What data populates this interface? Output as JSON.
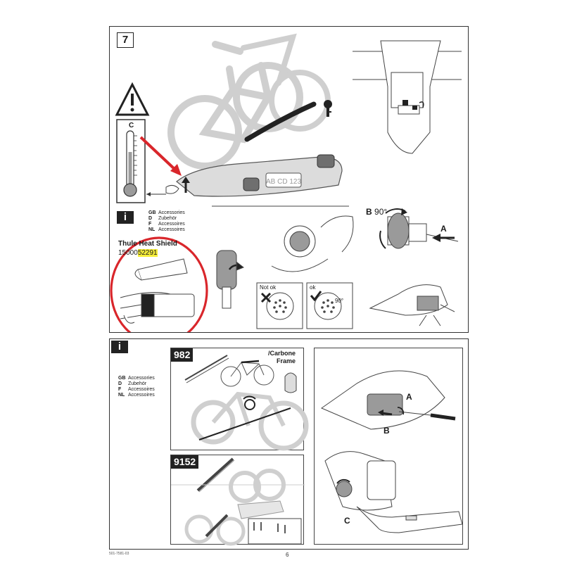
{
  "step": {
    "number": "7"
  },
  "top_info": {
    "icon": "info-icon",
    "accessories": [
      {
        "code": "GB",
        "label": "Accessories"
      },
      {
        "code": "D",
        "label": "Zubehör"
      },
      {
        "code": "F",
        "label": "Accessoires"
      },
      {
        "code": "NL",
        "label": "Accessoires"
      }
    ],
    "product_name": "Thule Heat Shield",
    "part_prefix": "15000",
    "part_highlight": "52291"
  },
  "thermometer": {
    "scale_label": "C"
  },
  "plate_text": "AB CD 123",
  "connector_views": {
    "label_b": "B",
    "angle_b": "90°",
    "label_a": "A",
    "not_ok_label": "Not ok",
    "ok_label": "ok",
    "ok_angle": "90°"
  },
  "bottom_info": {
    "icon": "info-icon",
    "accessories": [
      {
        "code": "GB",
        "label": "Accessories"
      },
      {
        "code": "D",
        "label": "Zubehör"
      },
      {
        "code": "F",
        "label": "Accessoires"
      },
      {
        "code": "NL",
        "label": "Accessoires"
      }
    ]
  },
  "accessory_982": {
    "number": "982",
    "caption_line1": "/Carbone",
    "caption_line2": "Frame"
  },
  "accessory_9152": {
    "number": "9152"
  },
  "lamp_steps": {
    "label_a": "A",
    "label_b": "B",
    "label_c": "C"
  },
  "footer": {
    "doc_code": "501-7581-03",
    "page_number": "6"
  },
  "colors": {
    "annotation_red": "#d9262b",
    "highlight_yellow": "#f6ee3a",
    "drawing_gray": "#cfcfcf"
  }
}
